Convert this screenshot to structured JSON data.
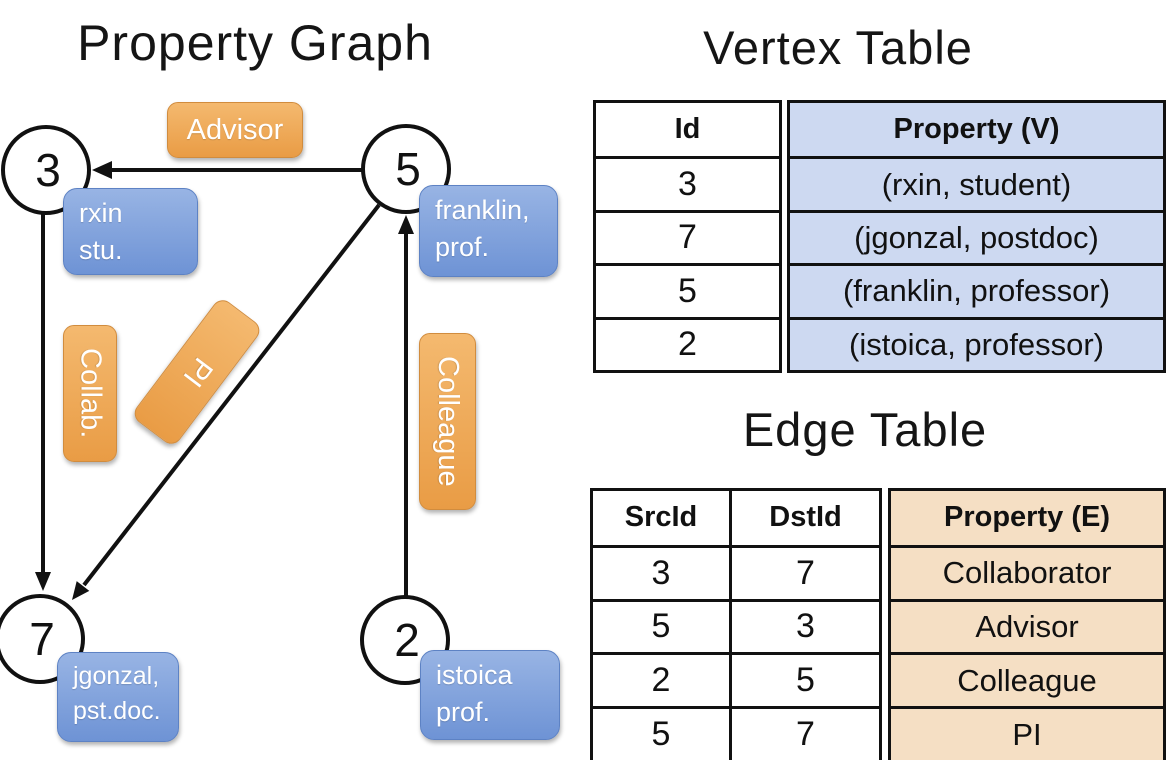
{
  "graph": {
    "title": "Property Graph",
    "nodes": {
      "n3": {
        "id": "3",
        "name": "rxin",
        "role": "stu."
      },
      "n5": {
        "id": "5",
        "name": "franklin,",
        "role": "prof."
      },
      "n7": {
        "id": "7",
        "name": "jgonzal,",
        "role": "pst.doc."
      },
      "n2": {
        "id": "2",
        "name": "istoica",
        "role": "prof."
      }
    },
    "edge_labels": {
      "advisor": "Advisor",
      "collab": "Collab.",
      "pi": "PI",
      "colleague": "Colleague"
    }
  },
  "vertex_table": {
    "title": "Vertex Table",
    "columns": [
      "Id",
      "Property (V)"
    ],
    "rows": [
      [
        "3",
        "(rxin, student)"
      ],
      [
        "7",
        "(jgonzal, postdoc)"
      ],
      [
        "5",
        "(franklin, professor)"
      ],
      [
        "2",
        "(istoica, professor)"
      ]
    ]
  },
  "edge_table": {
    "title": "Edge Table",
    "columns": [
      "SrcId",
      "DstId",
      "Property (E)"
    ],
    "rows": [
      [
        "3",
        "7",
        "Collaborator"
      ],
      [
        "5",
        "3",
        "Advisor"
      ],
      [
        "2",
        "5",
        "Colleague"
      ],
      [
        "5",
        "7",
        "PI"
      ]
    ]
  },
  "colors": {
    "edge_label_orange_top": "#f4b96f",
    "edge_label_orange_bottom": "#e99c45",
    "vertex_label_blue_top": "#98b4e4",
    "vertex_label_blue_bottom": "#6e93d5",
    "vertex_table_cell_bg": "#cdd9f1",
    "edge_table_cell_bg": "#f5dfc4"
  }
}
